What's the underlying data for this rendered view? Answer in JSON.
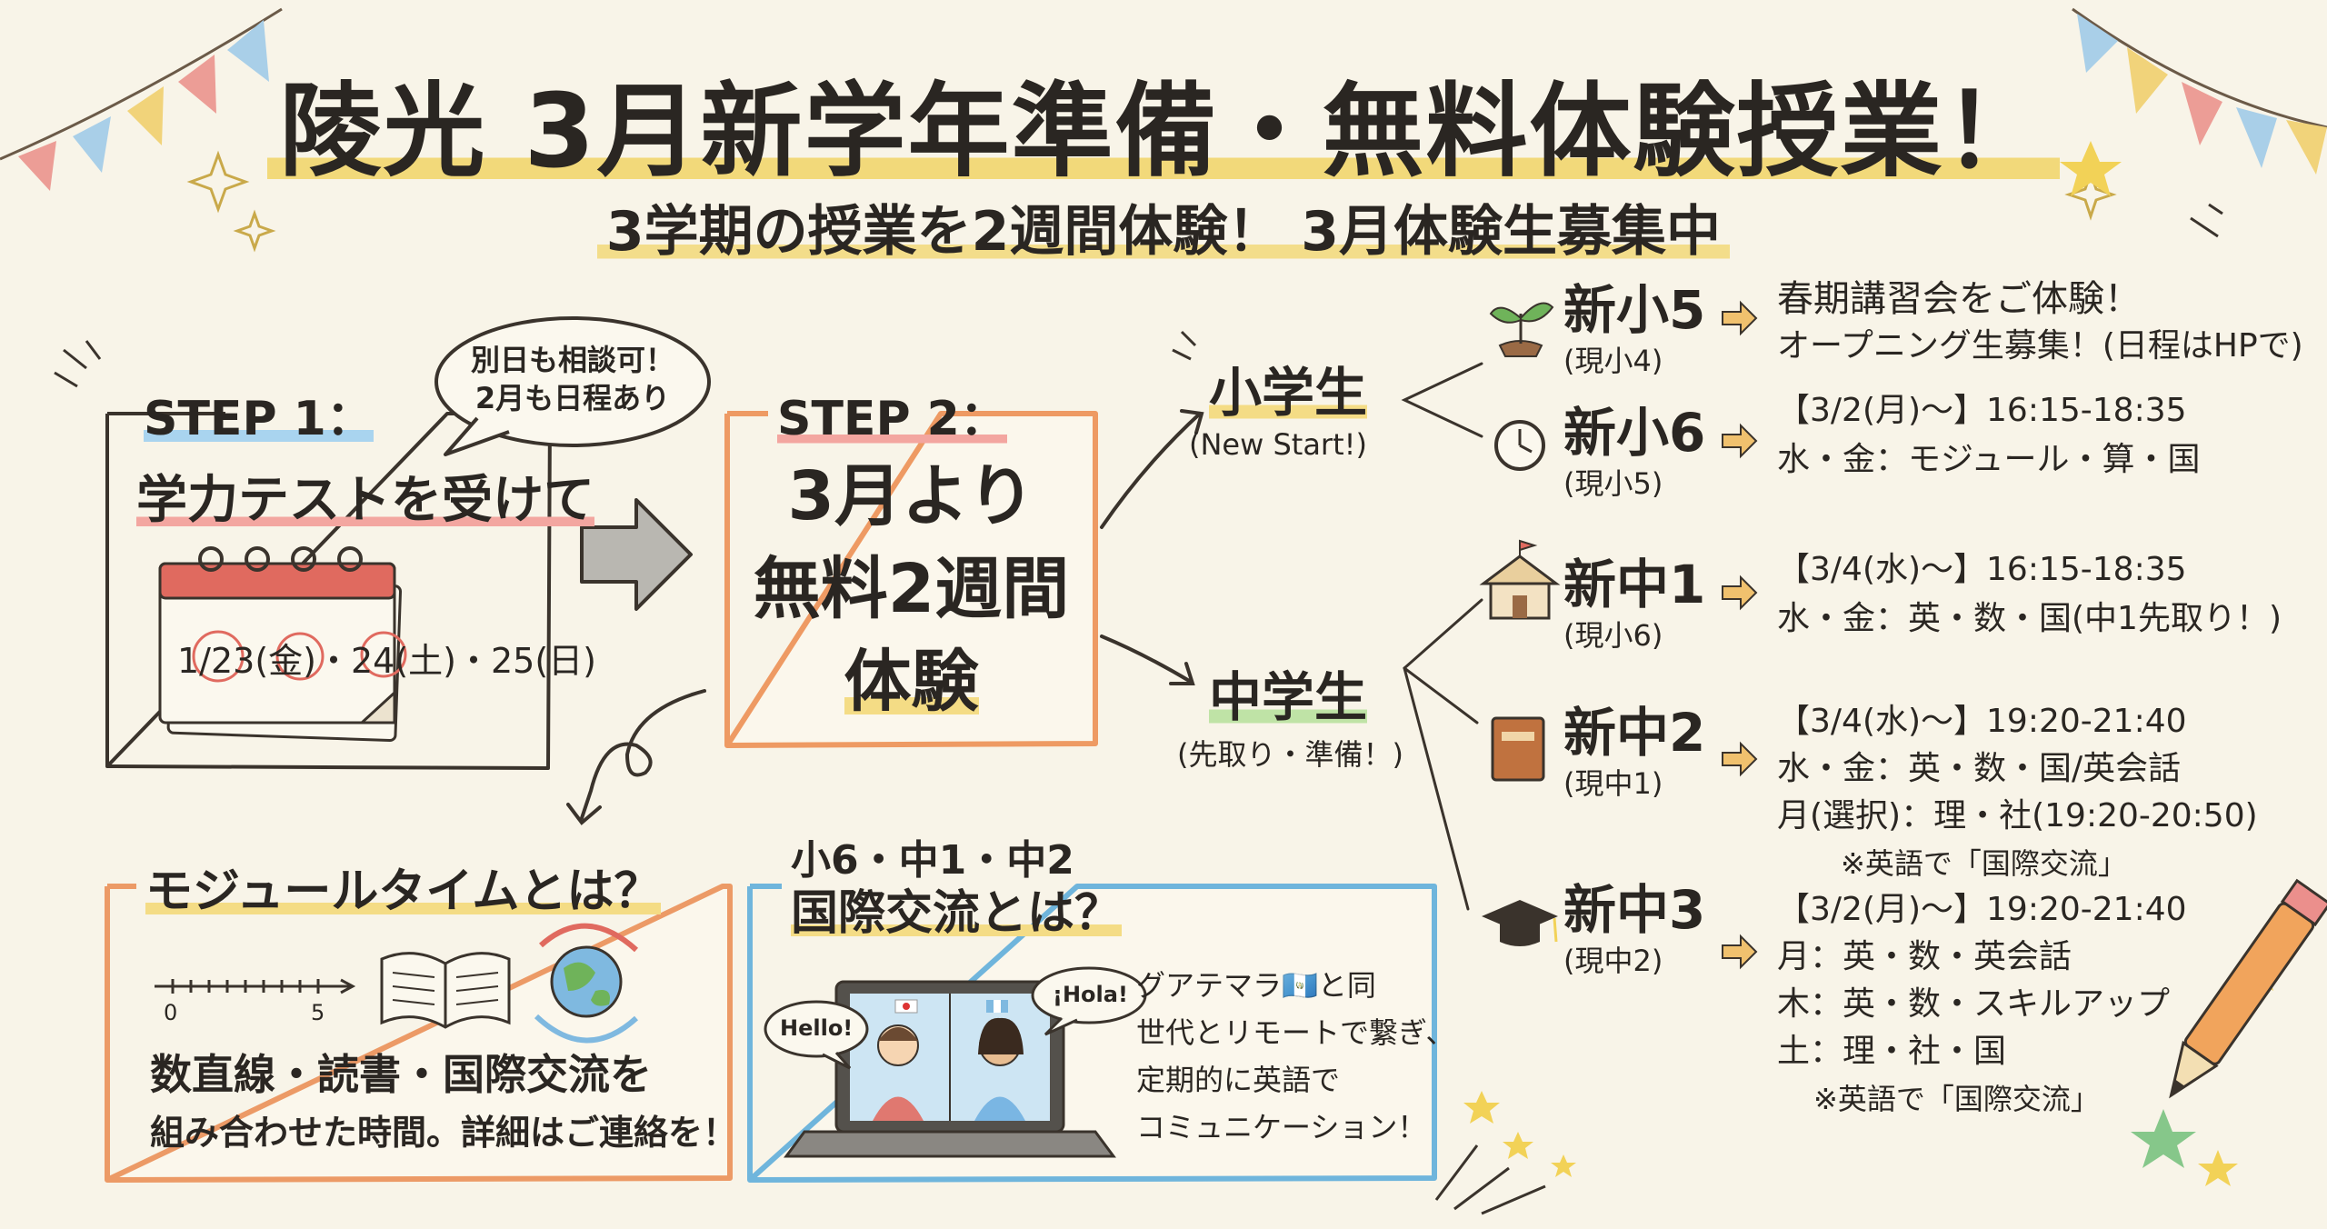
{
  "title": "陵光 3月新学年準備・無料体験授業！",
  "subtitle": "3学期の授業を2週間体験！ 3月体験生募集中",
  "step1": {
    "label": "STEP 1：",
    "bubble_line1": "別日も相談可！",
    "bubble_line2": "2月も日程あり",
    "heading": "学力テストを受けて",
    "calendar_date": "1/23(金)・24(土)・25(日)"
  },
  "step2": {
    "label": "STEP 2：",
    "line1": "3月より",
    "line2": "無料2週間",
    "line3": "体験"
  },
  "elementary": {
    "label": "小学生",
    "note": "(New Start!)",
    "grades": [
      {
        "grade": "新小5",
        "current": "(現小4)",
        "line1": "春期講習会をご体験！",
        "line2": "オープニング生募集！(日程はHPで)"
      },
      {
        "grade": "新小6",
        "current": "(現小5)",
        "line1": "【3/2(月)〜】16:15-18:35",
        "line2": "水・金：モジュール・算・国"
      }
    ]
  },
  "junior": {
    "label": "中学生",
    "note": "(先取り・準備！)",
    "grades": [
      {
        "grade": "新中1",
        "current": "(現小6)",
        "line1": "【3/4(水)〜】16:15-18:35",
        "line2": "水・金：英・数・国(中1先取り！)"
      },
      {
        "grade": "新中2",
        "current": "(現中1)",
        "line1": "【3/4(水)〜】19:20-21:40",
        "line2": "水・金：英・数・国/英会話",
        "line3": "月(選択)：理・社(19:20-20:50)",
        "line4": "※英語で「国際交流」"
      },
      {
        "grade": "新中3",
        "current": "(現中2)",
        "line1": "【3/2(月)〜】19:20-21:40",
        "line2": "月：英・数・英会話",
        "line3": "木：英・数・スキルアップ",
        "line4": "土：理・社・国",
        "line5": "※英語で「国際交流」"
      }
    ]
  },
  "module": {
    "heading": "モジュールタイムとは？",
    "tick0": "0",
    "tick5": "5",
    "line1": "数直線・読書・国際交流を",
    "line2": "組み合わせた時間。詳細はご連絡を！"
  },
  "exchange": {
    "heading1": "小6・中1・中2",
    "heading2": "国際交流とは？",
    "hello": "Hello!",
    "hola": "¡Hola!",
    "line1": "グアテマラ🇬🇹と同",
    "line2": "世代とリモートで繋ぎ、",
    "line3": "定期的に英語で",
    "line4": "コミュニケーション！"
  },
  "icons": [
    "sprout-icon",
    "clock-icon",
    "school-icon",
    "book-icon",
    "graduation-cap-icon",
    "calendar-icon",
    "open-book-icon",
    "globe-icon",
    "laptop-icon",
    "pencil-icon",
    "star-icon",
    "bunting-icon"
  ],
  "colors": {
    "background": "#f8f4e8",
    "step2_border": "#ee9a63",
    "module_border": "#ec9a66",
    "exchange_border": "#6fb5dc",
    "arrow": "#f0a54e",
    "yellow_highlight": "#f2d97a"
  }
}
